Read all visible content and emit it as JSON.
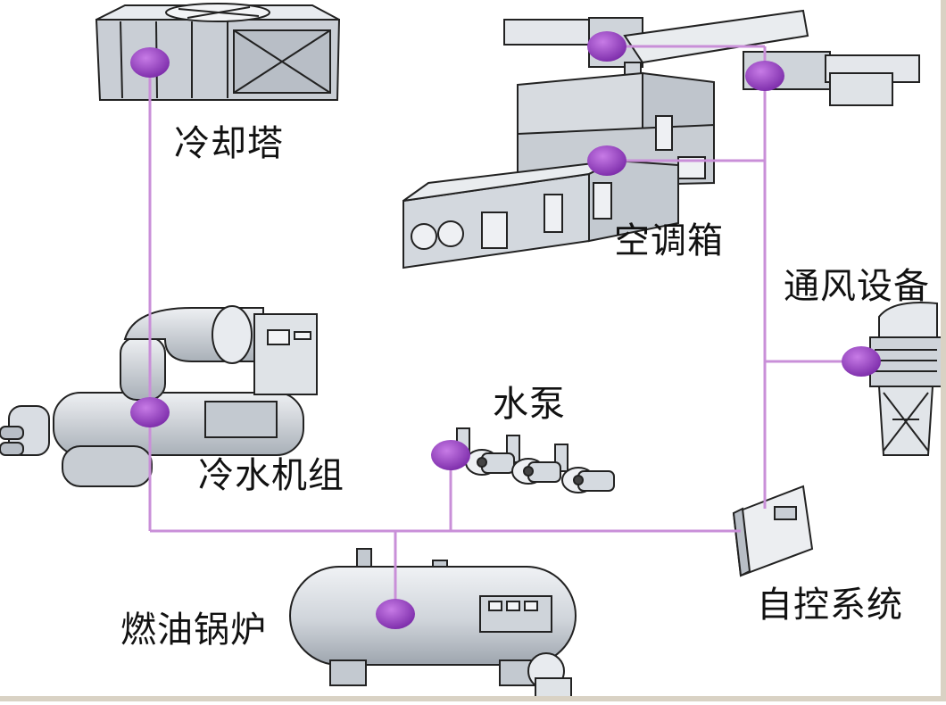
{
  "labels": {
    "cooling_tower": "冷却塔",
    "air_handler": "空调箱",
    "ventilation": "通风设备",
    "pump": "水泵",
    "chiller": "冷水机组",
    "boiler": "燃油锅炉",
    "controls": "自控系统"
  },
  "colors": {
    "line": "#c98fd8",
    "node": "#9b3fc8",
    "equipment_fill": "#d9dde3",
    "equipment_stroke": "#222222"
  }
}
